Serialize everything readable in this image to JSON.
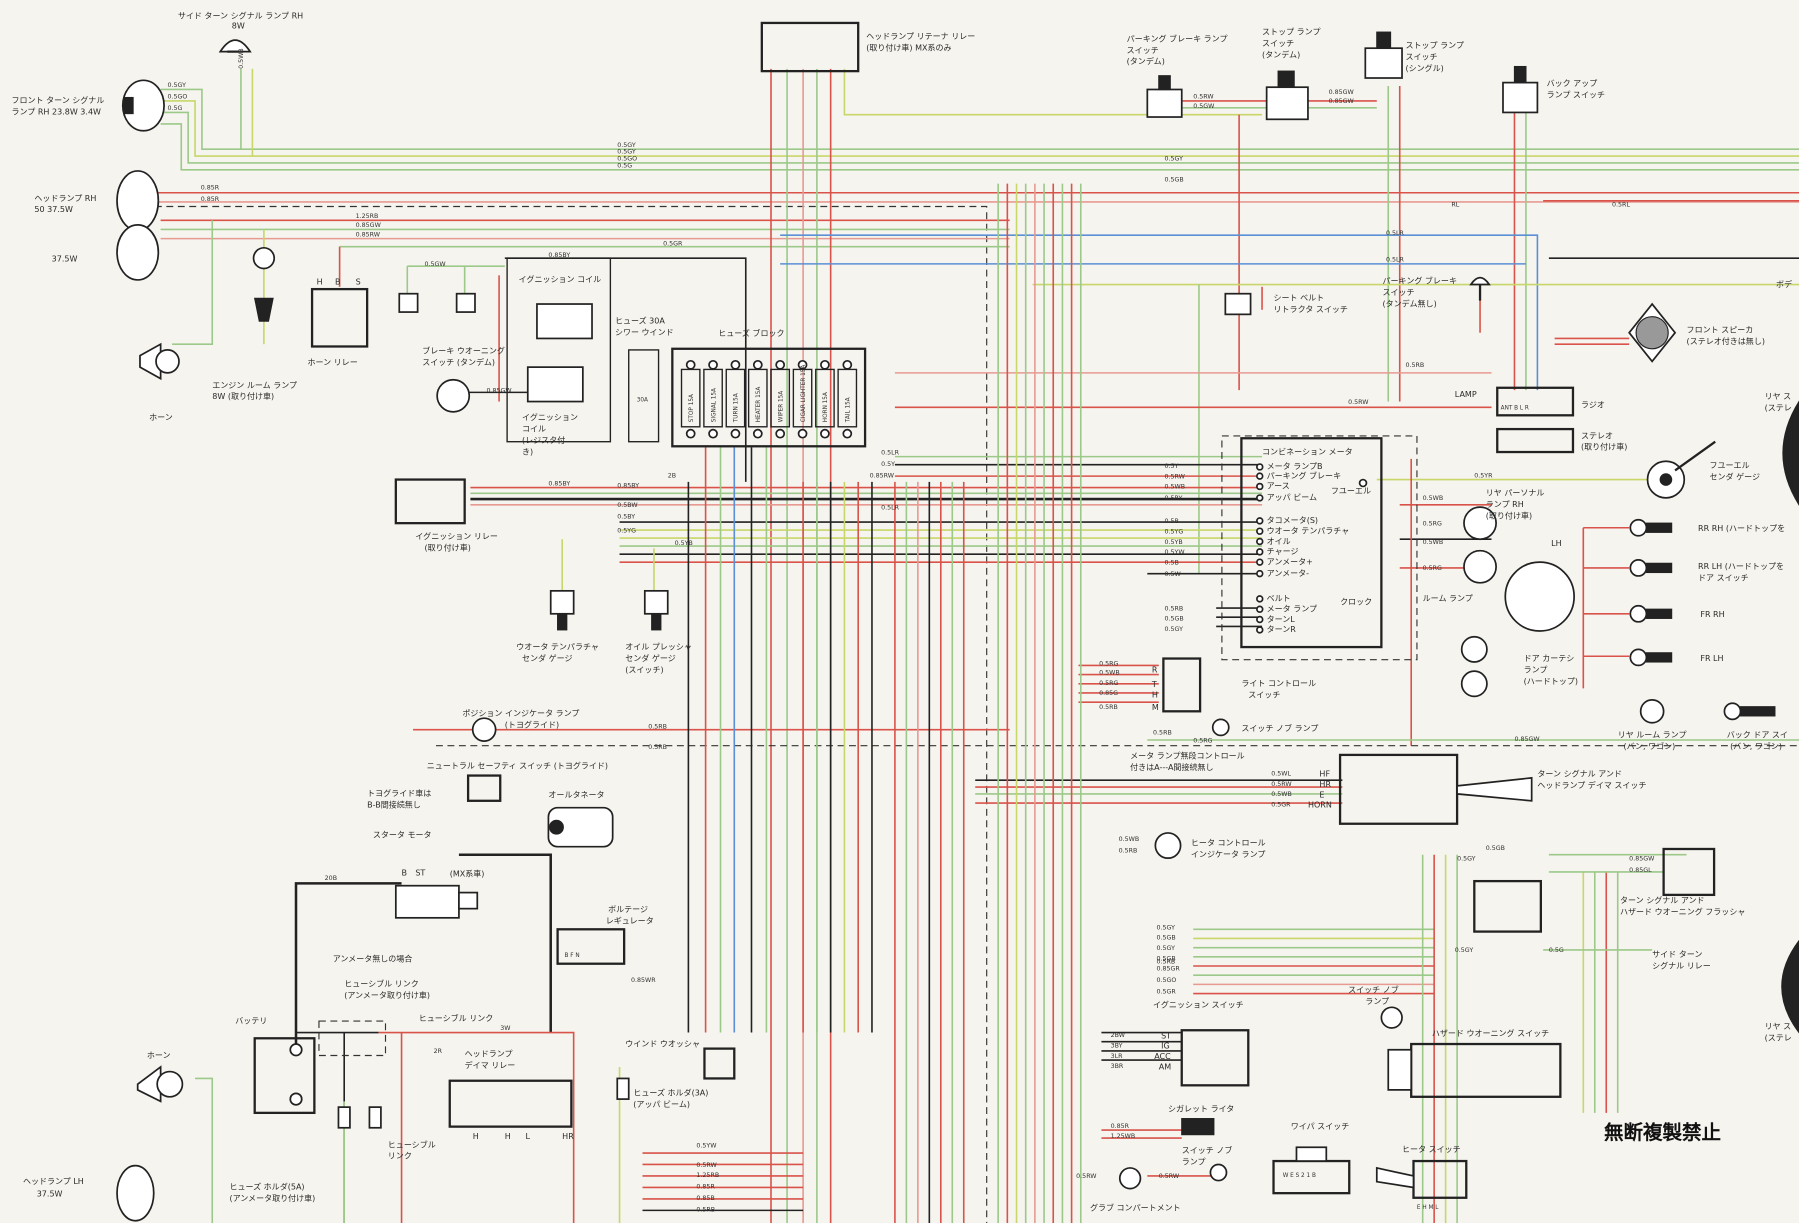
{
  "colors": {
    "background": "#f6f4ee",
    "ink": "#222222",
    "red": "#d9534a",
    "pink": "#e79a92",
    "green": "#9cc98a",
    "yellow_green": "#c8d66a",
    "blue": "#5b8fd6",
    "black": "#222222",
    "orange": "#e0a040"
  },
  "watermark": "無断複製禁止",
  "components": {
    "side_turn_rh": {
      "name": "サイド ターン シグナル ランプ RH",
      "spec": "8W"
    },
    "front_turn_rh": {
      "name": "フロント ターン シグナル",
      "spec": "ランプ RH 23.8W 3.4W"
    },
    "headlamp_rh": {
      "name": "ヘッドランプ RH",
      "spec": "50 37.5W"
    },
    "headlamp_rh_low": {
      "spec": "37.5W"
    },
    "horn_rh": {
      "name": "ホーン"
    },
    "engine_room_lamp": {
      "name": "エンジン ルーム ランプ",
      "spec": "8W (取り付け車)"
    },
    "horn_relay": {
      "name": "ホーン リレー",
      "terminals": [
        "H",
        "B",
        "S"
      ]
    },
    "brake_warning": {
      "name": "ブレーキ ウオーニング",
      "spec": "スイッチ (タンデム)"
    },
    "ign_coil": {
      "name": "イグニッション コイル"
    },
    "ign_coil_resistor": {
      "name": "イグニッション",
      "l2": "コイル",
      "l3": "(レジスタ付",
      "l4": "き)"
    },
    "ign_relay": {
      "name": "イグニッション リレー",
      "spec": "(取り付け車)"
    },
    "water_temp_gauge": {
      "name": "ウオータ テンパラチャ",
      "spec": "センダ ゲージ"
    },
    "oil_pressure_gauge": {
      "name": "オイル プレッシャ",
      "l2": "センダ ゲージ",
      "l3": "(スイッチ)"
    },
    "fuse_30a": {
      "name": "ヒューズ 30A",
      "l2": "シワー ウインド",
      "value": "30A"
    },
    "fuse_block": {
      "name": "ヒューズ ブロック",
      "fuses": [
        "STOP 15A",
        "SIGNAL 15A",
        "TURN 15A",
        "HEATER 15A",
        "WIPER 15A",
        "CIGAR LIGHTER 15A",
        "HORN 15A",
        "TAIL 15A"
      ]
    },
    "headlamp_retainer_relay": {
      "name": "ヘッドランプ リテーナ リレー",
      "spec": "(取り付け車) MX系のみ"
    },
    "parking_brake_tandem": {
      "name": "パーキング ブレーキ ランプ",
      "l2": "スイッチ",
      "l3": "(タンデム)"
    },
    "stop_lamp_tandem": {
      "name": "ストップ ランプ",
      "l2": "スイッチ",
      "l3": "(タンデム)"
    },
    "stop_lamp_single": {
      "name": "ストップ ランプ",
      "l2": "スイッチ",
      "l3": "(シングル)"
    },
    "backup_lamp_sw": {
      "name": "バック アップ",
      "l2": "ランプ スイッチ"
    },
    "seat_belt": {
      "name": "シート ベルト",
      "l2": "リトラクタ スイッチ"
    },
    "parking_brake_sw": {
      "name": "パーキング ブレーキ",
      "l2": "スイッチ",
      "l3": "(タンデム無し)"
    },
    "front_speaker": {
      "name": "フロント スピーカ",
      "spec": "(ステレオ付きは無し)"
    },
    "radio": {
      "name": "ラジオ",
      "lamp_label": "LAMP",
      "terminals": "ANT B L R"
    },
    "stereo": {
      "name": "ステレオ",
      "spec": "(取り付け車)"
    },
    "fuel_gauge": {
      "name": "フユーエル",
      "spec": "センダ ゲージ"
    },
    "combination_meter": {
      "name": "コンビネーション メータ",
      "items": [
        "メータ ランプB",
        "パーキング ブレーキ",
        "アース",
        "アッパ ビーム",
        "タコメータ(S)",
        "ウオータ テンパラチャ",
        "オイル",
        "チャージ",
        "アンメータ+",
        "アンメータ-",
        "ベルト",
        "メータ ランプ",
        "ターンL",
        "ターンR"
      ],
      "fuel": "フユーエル",
      "clock": "クロック"
    },
    "rear_personal": {
      "name": "リヤ パーソナル",
      "l2": "ランプ RH",
      "l3": "(取り付け車)",
      "lh": "LH"
    },
    "room_lamp": {
      "name": "ルーム ランプ"
    },
    "door_sw_rr_rh": {
      "name": "RR RH (ハードトップを"
    },
    "door_sw_rr_lh": {
      "name": "RR LH (ハードトップを",
      "l2": "ドア スイッチ"
    },
    "door_sw_fr_rh": {
      "name": "FR RH"
    },
    "door_sw_fr_lh": {
      "name": "FR LH"
    },
    "door_courtesy": {
      "name": "ドア カーテシ",
      "l2": "ランプ",
      "l3": "(ハードトップ)"
    },
    "rear_room_lamp": {
      "name": "リヤ ルーム ランプ",
      "spec": "(バン, ワゴン)"
    },
    "back_door_sw": {
      "name": "バック ドア スイ",
      "spec": "(バン, ワゴン)"
    },
    "light_control": {
      "name": "ライト コントロール",
      "l2": "スイッチ",
      "terminals": [
        "R",
        "T",
        "H",
        "M"
      ]
    },
    "switch_knob_lamp": {
      "name": "スイッチ ノブ ランプ"
    },
    "meter_note": {
      "l1": "メータ ランプ無段コントロール",
      "l2": "付きはA---A間接続無し"
    },
    "turn_headlamp_sw": {
      "name": "ターン シグナル アンド",
      "l2": "ヘッドランプ デイマ スイッチ",
      "terminals": [
        "HF",
        "HR",
        "E",
        "HORN"
      ]
    },
    "position_indicator": {
      "name": "ポジション インジケータ ランプ",
      "spec": "(トヨグライド)"
    },
    "neutral_safety": {
      "name": "ニュートラル セーフティ スイッチ (トヨグライド)"
    },
    "toyoglide_note": {
      "l1": "トヨグライド車は",
      "l2": "B-B間接続無し"
    },
    "starter_motor": {
      "name": "スタータ モータ",
      "st_label": "ST",
      "b_label": "B",
      "mx": "(MX系車)"
    },
    "alternator": {
      "name": "オールタネータ"
    },
    "voltage_regulator": {
      "name": "ボルテージ",
      "l2": "レギュレータ",
      "terminals": "B F N"
    },
    "heater_indicator": {
      "name": "ヒータ コントロール",
      "l2": "インジケータ ランプ"
    },
    "turn_flasher": {
      "name": "ターン シグナル アンド",
      "l2": "ハザード ウオーニング フラッシャ"
    },
    "side_turn_relay": {
      "name": "サイド ターン",
      "l2": "シグナル リレー"
    },
    "ignition_switch": {
      "name": "イグニッション スイッチ",
      "terminals": [
        "ST",
        "IG",
        "ACC",
        "AM"
      ]
    },
    "switch_knob_lamp2": {
      "name": "スイッチ ノブ",
      "l2": "ランプ"
    },
    "hazard_switch": {
      "name": "ハザード ウオーニング スイッチ"
    },
    "ammeter_note": {
      "name": "アンメータ無しの場合"
    },
    "fusible_link_ammeter": {
      "name": "ヒューシブル リンク",
      "spec": "(アンメータ取り付け車)"
    },
    "fusible_link": {
      "name": "ヒューシブル リンク"
    },
    "battery": {
      "name": "バッテリ"
    },
    "headlamp_dimmer_relay": {
      "name": "ヘッドランプ",
      "l2": "デイマ リレー",
      "terminals": [
        "H",
        "H",
        "L",
        "HR"
      ]
    },
    "fusible_link2": {
      "name": "ヒューシブル",
      "l2": "リンク"
    },
    "fuse_holder_5a": {
      "name": "ヒューズ ホルダ(5A)",
      "spec": "(アンメータ取り付け車)"
    },
    "wind_washer": {
      "name": "ウインド ウオッシャ"
    },
    "fuse_holder_3a": {
      "name": "ヒューズ ホルダ(3A)",
      "spec": "(アッパ ビーム)"
    },
    "horn_lh": {
      "name": "ホーン"
    },
    "headlamp_lh": {
      "name": "ヘッドランプ LH",
      "spec": "37.5W"
    },
    "cigar_lighter": {
      "name": "シガレット ライタ"
    },
    "switch_knob_lamp3": {
      "name": "スイッチ ノブ",
      "l2": "ランプ"
    },
    "glove_compartment": {
      "name": "グラブ コンパートメント"
    },
    "wiper_switch": {
      "name": "ワイパ スイッチ",
      "terminals": "W E S 2 1 B"
    },
    "heater_switch": {
      "name": "ヒータ スイッチ",
      "terminals": "E H M L"
    },
    "rear_speaker_r": {
      "name": "リヤ ス",
      "l2": "(ステレ"
    },
    "rear_speaker_r2": {
      "name": "リヤ ス",
      "l2": "(ステレ"
    },
    "body_label": {
      "name": "ボデ"
    }
  },
  "wire_labels": {
    "w1": "0.5GY",
    "w2": "0.5GO",
    "w3": "0.5G",
    "w4": "0.5WB",
    "w5": "0.5GY",
    "w6": "0.5GY",
    "w7": "0.5GO",
    "w8": "0.5G",
    "w9": "0.85R",
    "w10": "0.85R",
    "w11": "1.25RB",
    "w12": "0.85GW",
    "w13": "0.85RW",
    "w14": "0.85BY",
    "w15": "0.5GR",
    "w16": "0.5GW",
    "w17": "0.85GW",
    "w18": "0.5RW",
    "w19": "0.5GW",
    "w20": "0.85GW",
    "w21": "0.85GW",
    "w22": "0.5GY",
    "w23": "0.5GB",
    "w24": "RL",
    "w25": "0.5RL",
    "w26": "0.5LR",
    "w27": "0.5LR",
    "w28": "0.5RB",
    "w29": "0.5RW",
    "w30": "0.5YR",
    "w31": "0.85BY",
    "w32": "0.85BY",
    "w33": "0.5BW",
    "w34": "0.5BY",
    "w35": "0.5YG",
    "w36": "0.5YB",
    "w37": "2B",
    "w38": "0.5LR",
    "w39": "0.5Y",
    "w40": "0.85RW",
    "w41": "0.5LR",
    "w42": "0.5Y",
    "w43": "0.5RW",
    "w44": "0.5WB",
    "w45": "0.5RY",
    "w46": "0.5B",
    "w47": "0.5YG",
    "w48": "0.5YB",
    "w49": "0.5YW",
    "w50": "0.5B",
    "w51": "0.5W",
    "w52": "0.5RB",
    "w53": "0.5GB",
    "w54": "0.5GY",
    "w55": "0.5WB",
    "w56": "0.5RG",
    "w57": "0.5WB",
    "w58": "0.5RG",
    "w59": "0.5RG",
    "w60": "0.5WB",
    "w61": "0.5RG",
    "w62": "0.85G",
    "w63": "0.5RB",
    "w64": "0.5RB",
    "w65": "0.5RB",
    "w66": "0.5RG",
    "w67": "0.5WB",
    "w68": "0.85GW",
    "w69": "0.5WL",
    "w70": "0.5RW",
    "w71": "0.5WB",
    "w72": "0.5GR",
    "w73": "0.5WB",
    "w74": "0.5RB",
    "w75": "0.5GB",
    "w76": "0.5GY",
    "w77": "0.85GW",
    "w78": "0.85GL",
    "w79": "0.5GY",
    "w80": "0.5G",
    "w81": "0.5GY",
    "w82": "0.5GB",
    "w83": "0.5GY",
    "w84": "0.5GB",
    "w85": "0.85GR",
    "w86": "0.5GO",
    "w87": "0.5GR",
    "w88": "0.5RB",
    "w89": "0.85WR",
    "w90": "20B",
    "w91": "3W",
    "w92": "2R",
    "w93": "2BW",
    "w94": "3BY",
    "w95": "3LR",
    "w96": "3BR",
    "w97": "0.85R",
    "w98": "1.25WB",
    "w99": "0.5RW",
    "w100": "0.5RW",
    "w101": "0.5YW",
    "w102": "0.5RW",
    "w103": "1.25RB",
    "w104": "0.85R",
    "w105": "0.85B",
    "w106": "0.5RB",
    "w107": "0.5BR"
  }
}
